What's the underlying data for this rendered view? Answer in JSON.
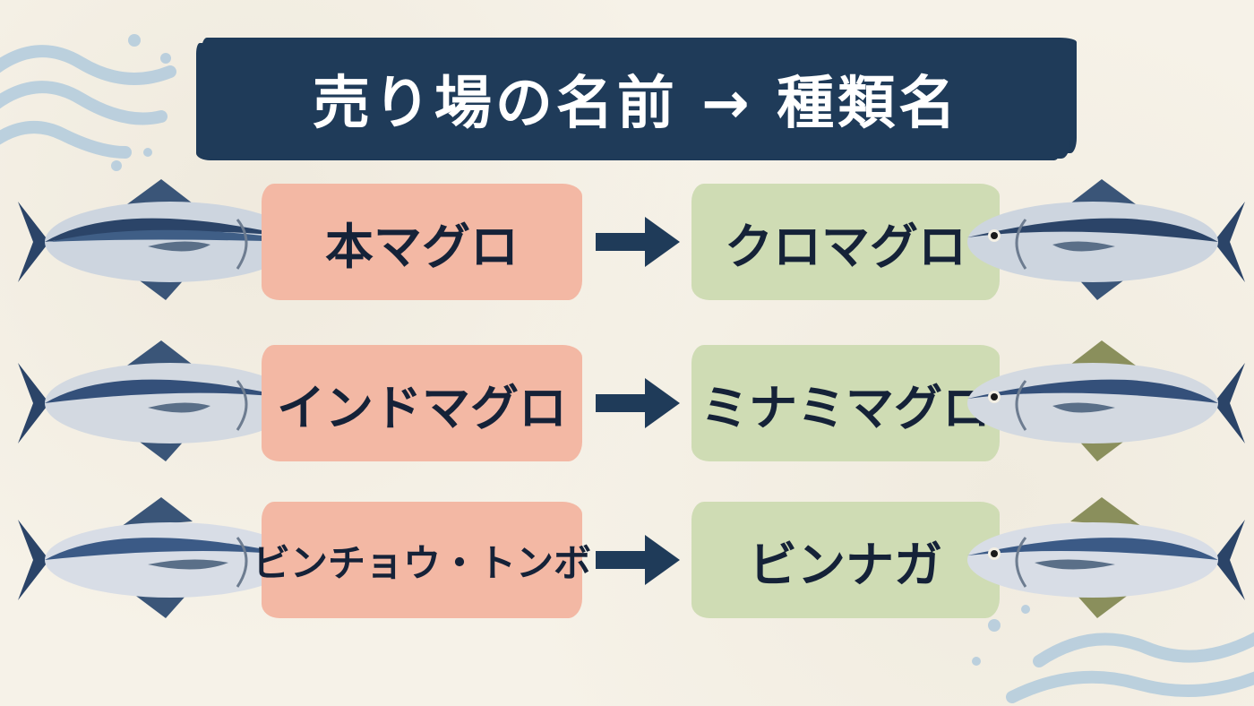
{
  "title": "売り場の名前 → 種類名",
  "rows": [
    {
      "market_name": "本マグロ",
      "species_name": "クロマグロ"
    },
    {
      "market_name": "インドマグロ",
      "species_name": "ミナミマグロ"
    },
    {
      "market_name": "ビンチョウ・トンボ",
      "species_name": "ビンナガ"
    }
  ],
  "colors": {
    "banner": "#1f3b59",
    "market_box": "#f3b8a4",
    "species_box": "#cfdcb4",
    "text": "#152238",
    "background": "#f6f2e8"
  },
  "icons": [
    "tuna-fish-icon",
    "arrow-right-icon",
    "wave-decoration-icon"
  ]
}
